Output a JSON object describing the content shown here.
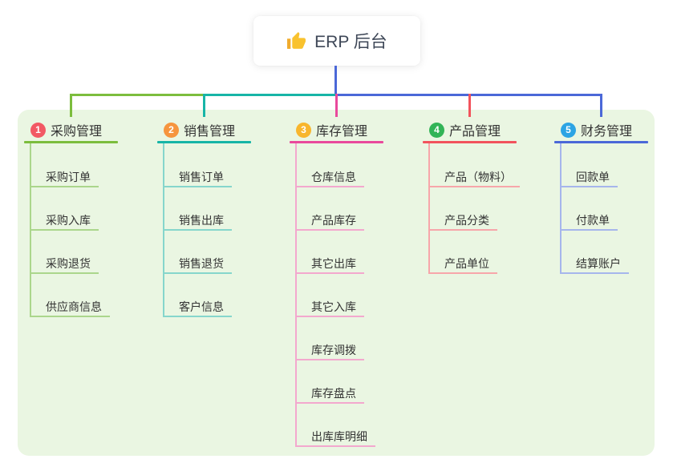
{
  "canvas": {
    "panel_background": "#eaf6e2",
    "root_line_color": "#4b68d8",
    "text_color": "#333333"
  },
  "root": {
    "title": "ERP 后台",
    "icon": "thumbs-up-icon",
    "icon_color": "#f9c22e"
  },
  "branches": [
    {
      "badge": "1",
      "label": "采购管理",
      "badge_color": "#f25964",
      "line_color": "#7cbd3d",
      "child_line_color": "#abd68c",
      "children": [
        "采购订单",
        "采购入库",
        "采购退货",
        "供应商信息"
      ]
    },
    {
      "badge": "2",
      "label": "销售管理",
      "badge_color": "#f6953e",
      "line_color": "#17b5a7",
      "child_line_color": "#86d6cc",
      "children": [
        "销售订单",
        "销售出库",
        "销售退货",
        "客户信息"
      ]
    },
    {
      "badge": "3",
      "label": "库存管理",
      "badge_color": "#f8b62d",
      "line_color": "#e9499c",
      "child_line_color": "#f3a8ce",
      "children": [
        "仓库信息",
        "产品库存",
        "其它出库",
        "其它入库",
        "库存调拨",
        "库存盘点",
        "出库库明细"
      ]
    },
    {
      "badge": "4",
      "label": "产品管理",
      "badge_color": "#32b457",
      "line_color": "#f2535c",
      "child_line_color": "#f7a6aa",
      "children": [
        "产品（物料）",
        "产品分类",
        "产品单位"
      ]
    },
    {
      "badge": "5",
      "label": "财务管理",
      "badge_color": "#2ca4e4",
      "line_color": "#4b68d8",
      "child_line_color": "#a6b6ec",
      "children": [
        "回款单",
        "付款单",
        "结算账户"
      ]
    }
  ]
}
